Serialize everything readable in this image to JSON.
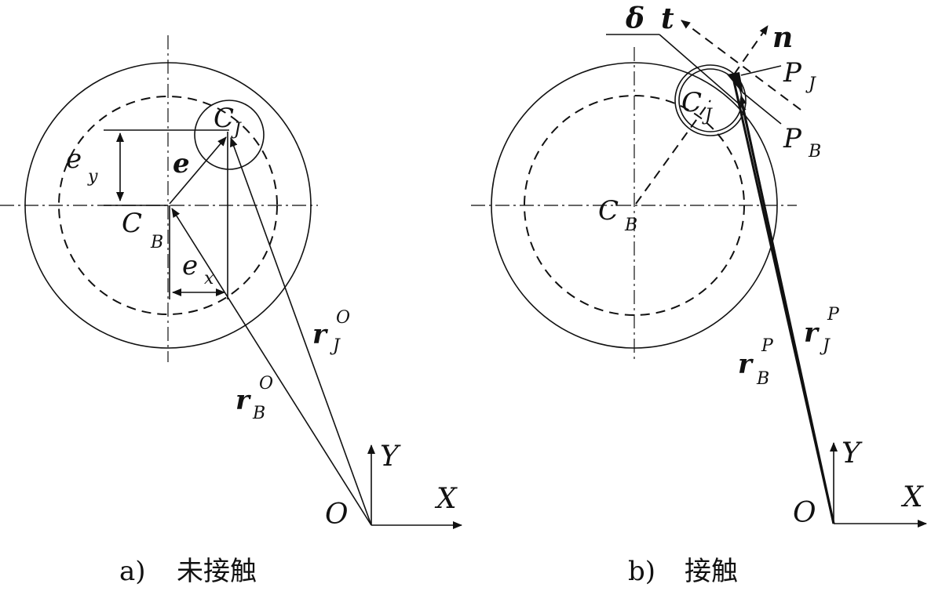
{
  "panel_a": {
    "caption_letter": "a)",
    "caption_text": "未接触",
    "labels": {
      "C_J": "C",
      "C_J_sub": "J",
      "C_B": "C",
      "C_B_sub": "B",
      "e": "e",
      "e_y": "e",
      "e_y_sub": "y",
      "e_x": "e",
      "e_x_sub": "x",
      "r_J": "r",
      "r_J_sub": "J",
      "r_J_sup": "O",
      "r_B": "r",
      "r_B_sub": "B",
      "r_B_sup": "O",
      "O": "O",
      "X": "X",
      "Y": "Y"
    }
  },
  "panel_b": {
    "caption_letter": "b)",
    "caption_text": "接触",
    "labels": {
      "delta": "δ",
      "t": "t",
      "n": "n",
      "P_J": "P",
      "P_J_sub": "J",
      "P_B": "P",
      "P_B_sub": "B",
      "C_J": "C",
      "C_J_sub": "J",
      "C_B": "C",
      "C_B_sub": "B",
      "r_J": "r",
      "r_J_sub": "J",
      "r_J_sup": "P",
      "r_B": "r",
      "r_B_sub": "B",
      "r_B_sup": "P",
      "O": "O",
      "X": "X",
      "Y": "Y"
    }
  },
  "colors": {
    "ink": "#111111",
    "background": "#ffffff"
  }
}
